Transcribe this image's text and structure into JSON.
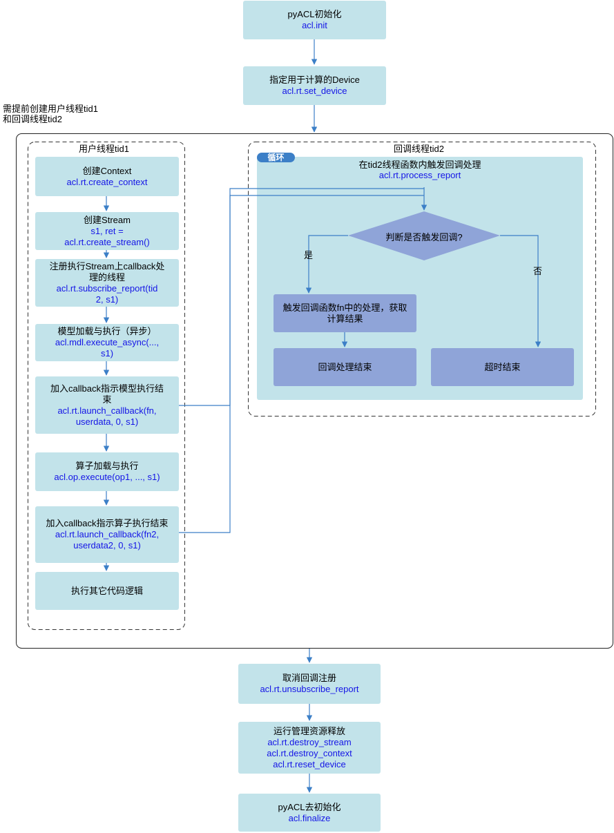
{
  "top_steps": [
    {
      "title": "pyACL初始化",
      "code": "acl.init"
    },
    {
      "title": "指定用于计算的Device",
      "code": "acl.rt.set_device"
    }
  ],
  "note": {
    "line1": "需提前创建用户线程tid1",
    "line2": "和回调线程tid2"
  },
  "user_thread": {
    "title": "用户线程tid1",
    "steps": [
      {
        "title": "创建Context",
        "code": [
          "acl.rt.create_context"
        ]
      },
      {
        "title": "创建Stream",
        "code": [
          "s1, ret =",
          "acl.rt.create_stream()"
        ]
      },
      {
        "title": "注册执行Stream上callback处",
        "title2": "理的线程",
        "code": [
          "acl.rt.subscribe_report(tid",
          "2, s1)"
        ]
      },
      {
        "title": "模型加载与执行（异步）",
        "code": [
          "acl.mdl.execute_async(...,",
          "s1)"
        ]
      },
      {
        "title": "加入callback指示模型执行结",
        "title2": "束",
        "code": [
          "acl.rt.launch_callback(fn,",
          "userdata, 0, s1)"
        ]
      },
      {
        "title": "算子加载与执行",
        "code": [
          "acl.op.execute(op1, ..., s1)"
        ]
      },
      {
        "title": "加入callback指示算子执行结束",
        "code": [
          "acl.rt.launch_callback(fn2,",
          "userdata2, 0, s1)"
        ]
      },
      {
        "title": "执行其它代码逻辑",
        "code": []
      }
    ]
  },
  "callback_thread": {
    "title": "回调线程tid2",
    "loop_tag": "循环",
    "process": {
      "title": "在tid2线程函数内触发回调处理",
      "code": "acl.rt.process_report"
    },
    "decision": "判断是否触发回调?",
    "yes_label": "是",
    "no_label": "否",
    "handle": {
      "line1": "触发回调函数fn中的处理，获取",
      "line2": "计算结果"
    },
    "end_callback": "回调处理结束",
    "end_timeout": "超时结束"
  },
  "bottom_steps": [
    {
      "title": "取消回调注册",
      "code": [
        "acl.rt.unsubscribe_report"
      ]
    },
    {
      "title": "运行管理资源释放",
      "code": [
        "acl.rt.destroy_stream",
        "acl.rt.destroy_context",
        "acl.rt.reset_device"
      ]
    },
    {
      "title": "pyACL去初始化",
      "code": [
        "acl.finalize"
      ]
    }
  ],
  "colors": {
    "box": "#c2e3ea",
    "code_text": "#1414e6",
    "arrow": "#3c7fc7",
    "decision": "#8fa4d8"
  }
}
